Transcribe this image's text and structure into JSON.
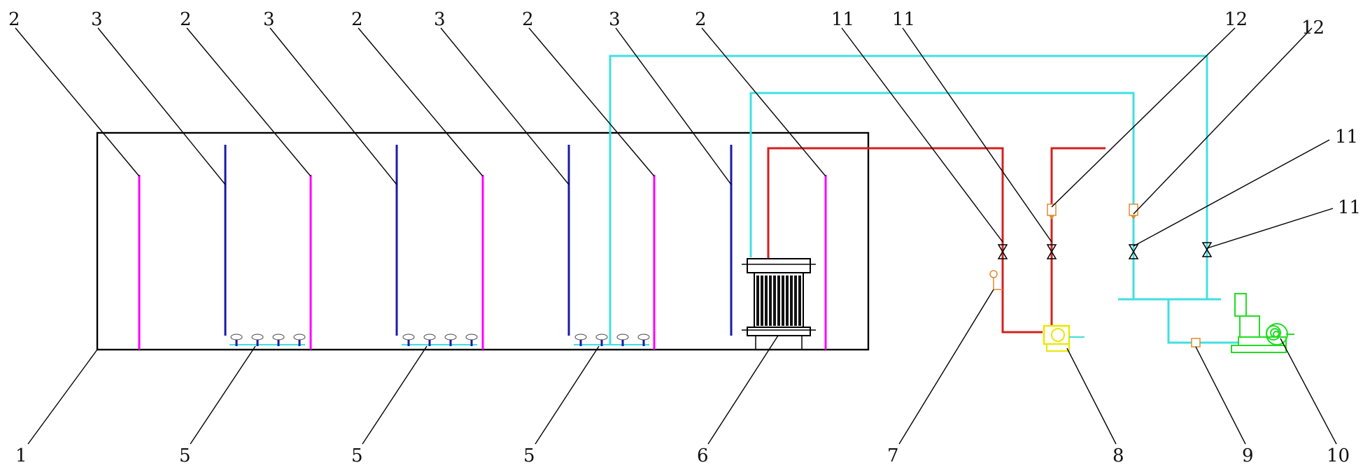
{
  "diagram": {
    "labels": {
      "l2a": "2",
      "l3a": "3",
      "l2b": "2",
      "l3b": "3",
      "l2c": "2",
      "l3c": "3",
      "l2d": "2",
      "l3d": "3",
      "l2e": "2",
      "l11a": "11",
      "l11b": "11",
      "l12a": "12",
      "l12b": "12",
      "l11c": "11",
      "l11d": "11",
      "l1": "1",
      "l5a": "5",
      "l5b": "5",
      "l5c": "5",
      "l6": "6",
      "l7": "7",
      "l8": "8",
      "l9": "9",
      "l10": "10"
    },
    "colors": {
      "baffle_up": "#ff00ff",
      "baffle_down": "#1a1aa8",
      "hot_pipe": "#d42020",
      "cold_pipe": "#3fe0e0",
      "pump_hot": "#e8e800",
      "pump_cold": "#22dd22",
      "valve": "#000000",
      "gauge": "#e08a30"
    }
  }
}
